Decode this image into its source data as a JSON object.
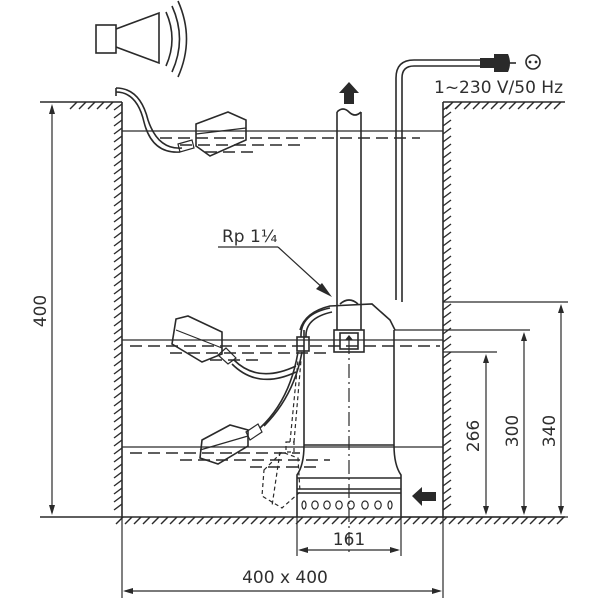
{
  "diagram": {
    "title": "Submersible pump installation in pit",
    "power_label": "1~230 V/50 Hz",
    "pipe_thread_label": "Rp 1¼",
    "dimensions": {
      "pit_depth": "400",
      "pit_size": "400 x 400",
      "pump_base_width": "161",
      "level_low": "266",
      "level_mid": "300",
      "level_high": "340"
    },
    "icons": {
      "alarm": "alarm-horn-icon",
      "plug": "power-plug-icon",
      "socket": "power-socket-icon",
      "outlet_arrow": "discharge-arrow-up-icon",
      "inlet_arrow": "inlet-arrow-left-icon"
    },
    "colors": {
      "line": "#2a2a2a",
      "text": "#2f2f2f",
      "background": "#ffffff"
    }
  }
}
